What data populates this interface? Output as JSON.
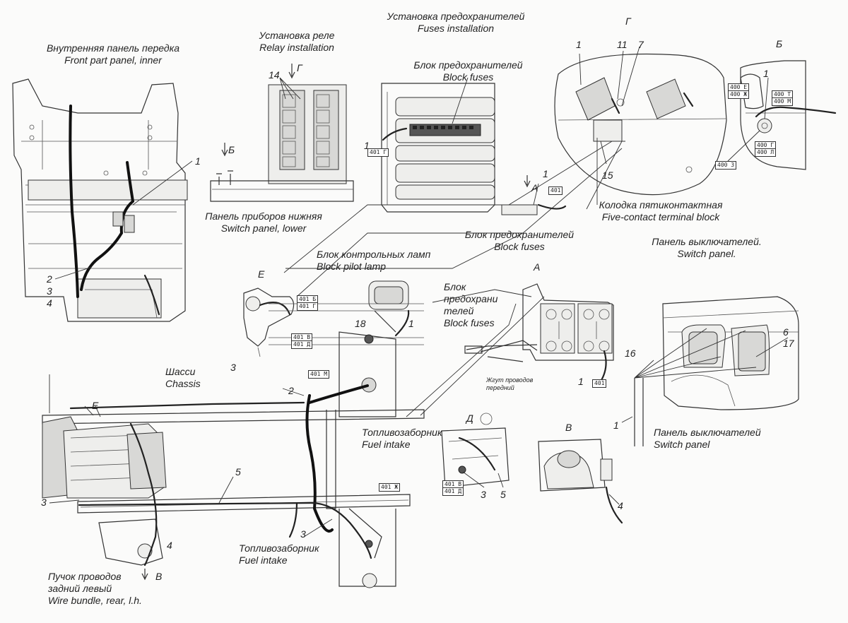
{
  "labels": {
    "front_panel": {
      "ru": "Внутренняя панель передка",
      "en": "Front part panel, inner"
    },
    "relay": {
      "ru": "Установка реле",
      "en": "Relay installation"
    },
    "fuses_install": {
      "ru": "Установка предохранителей",
      "en": "Fuses installation"
    },
    "view_g": "Г",
    "view_b": "Б",
    "block_fuses_top": {
      "ru": "Блок предохранителей",
      "en": "Block fuses"
    },
    "switch_lower": {
      "ru": "Панель приборов нижняя",
      "en": "Switch panel, lower"
    },
    "terminal": {
      "ru": "Колодка пятиконтактная",
      "en": "Five-contact terminal block"
    },
    "block_fuses_mid": {
      "ru": "Блок предохранителей",
      "en": "Block fuses"
    },
    "switch_panel_right": {
      "ru": "Панель выключателей.",
      "en": "Switch panel."
    },
    "pilot": {
      "ru": "Блок контрольных ламп",
      "en": "Block pilot lamp"
    },
    "view_a": "А",
    "view_e": "Е",
    "block_fuses_a": {
      "ru1": "Блок",
      "ru2": "предохрани",
      "ru3": "телей",
      "en": "Block fuses"
    },
    "chassis": {
      "ru": "Шасси",
      "en": "Chassis"
    },
    "fuel1": {
      "ru": "Топливозаборник",
      "en": "Fuel intake"
    },
    "fuel2": {
      "ru": "Топливозаборник",
      "en": "Fuel intake"
    },
    "view_d": "Д",
    "view_v": "В",
    "switch_panel_bottom": {
      "ru": "Панель выключателей",
      "en": "Switch panel"
    },
    "wire_bundle": {
      "ru1": "Пучок проводов",
      "ru2": "задний левый",
      "en": "Wire bundle, rear, l.h."
    },
    "handwritten": {
      "line1": "Жгут проводов",
      "line2": "передний"
    }
  },
  "numbers": {
    "n1": "1",
    "n2": "2",
    "n3": "3",
    "n4": "4",
    "n5": "5",
    "n6": "6",
    "n7": "7",
    "n11": "11",
    "n14": "14",
    "n15": "15",
    "n16": "16",
    "n17": "17",
    "n18": "18"
  },
  "tags": {
    "t400e": "400 Е",
    "t400zh": "400 Ж",
    "t400g": "400 Г",
    "t400l": "400 Л",
    "t400z": "400 З",
    "t400t": "400 Т",
    "t400m": "400 М",
    "t401": "401",
    "t401b": "401 Б",
    "t401g": "401 Г",
    "t401v": "401 В",
    "t401d": "401 Д",
    "t401m": "401 М",
    "t401zh": "401 Ж"
  }
}
